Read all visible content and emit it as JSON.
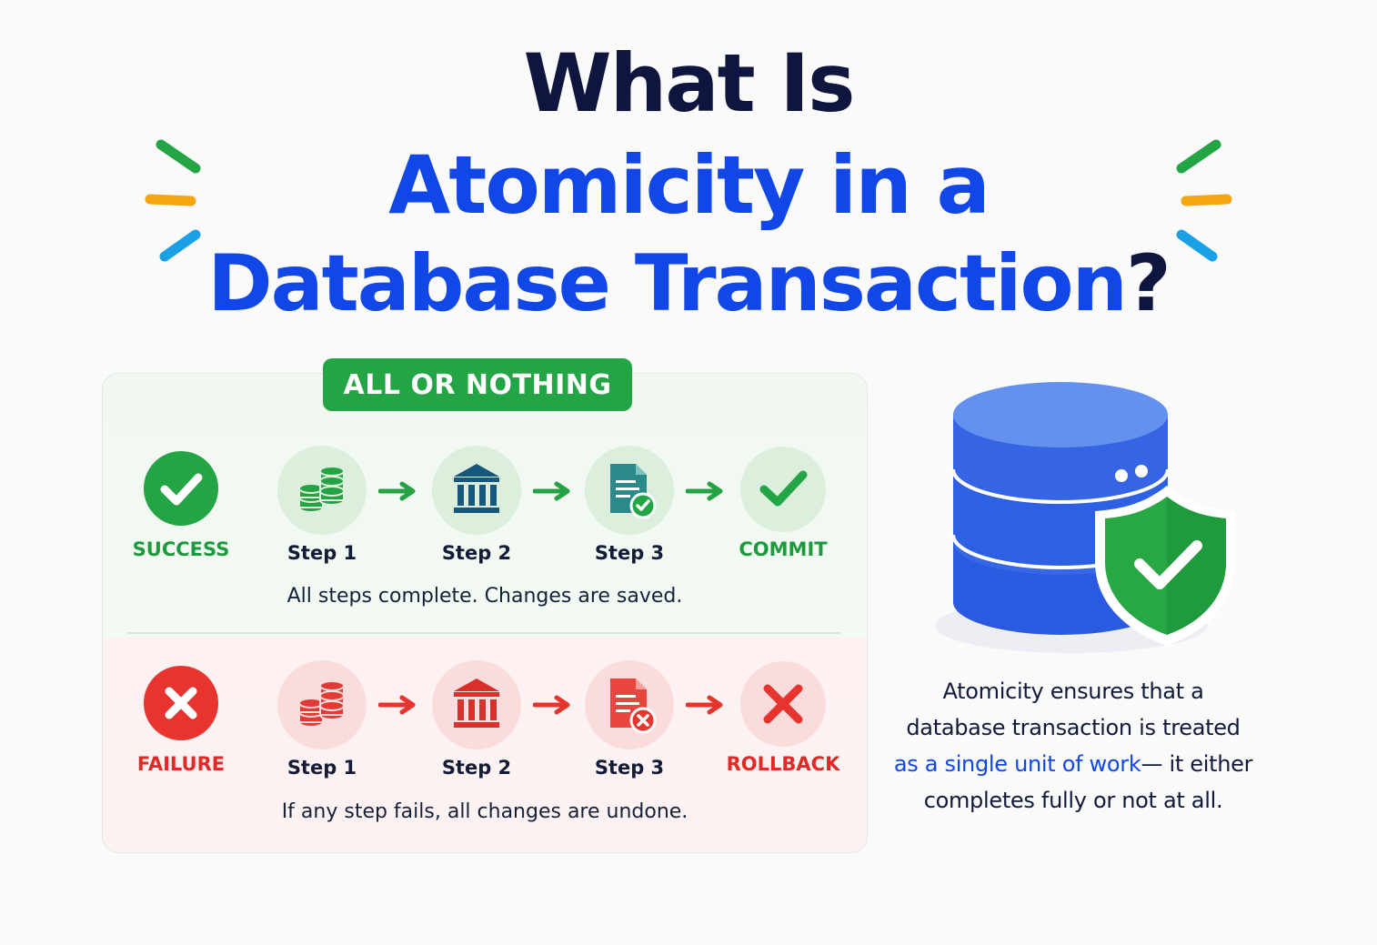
{
  "title": {
    "line1": "What Is",
    "line2": "Atomicity in a",
    "line3_main": "Database Transaction",
    "line3_mark": "?"
  },
  "badge": "ALL OR NOTHING",
  "success": {
    "status": "SUCCESS",
    "steps": [
      "Step 1",
      "Step 2",
      "Step 3"
    ],
    "end": "COMMIT",
    "caption": "All steps complete. Changes are saved."
  },
  "failure": {
    "status": "FAILURE",
    "steps": [
      "Step 1",
      "Step 2",
      "Step 3"
    ],
    "end": "ROLLBACK",
    "caption": "If any step fails, all changes are undone."
  },
  "description": {
    "part1": "Atomicity ensures that a database transaction is treated ",
    "highlight": "as a single unit of work",
    "part2": "— it either completes fully or not at all."
  },
  "colors": {
    "title_dark": "#0e1640",
    "title_blue": "#1047e6",
    "success_green": "#23a545",
    "failure_red": "#e8342f",
    "database_blue": "#3565e4"
  },
  "icons": {
    "step1": "coins-stack-icon",
    "step2": "bank-icon",
    "step3": "document-icon",
    "commit": "checkmark-icon",
    "rollback": "x-mark-icon",
    "database": "database-shield-icon"
  }
}
